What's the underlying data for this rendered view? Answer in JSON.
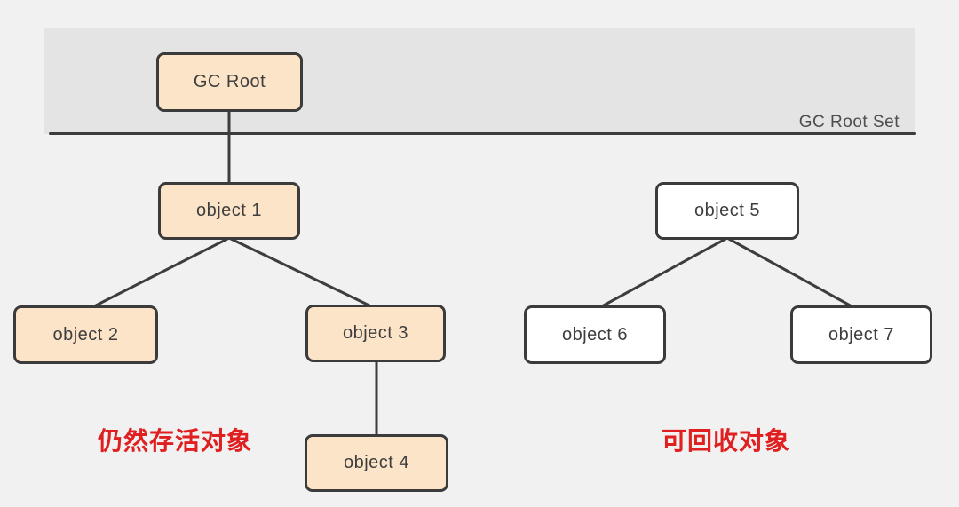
{
  "diagram": {
    "title_context": "GC roots reachability diagram",
    "band_label": "GC Root Set",
    "nodes": {
      "gc_root": {
        "label": "GC Root",
        "group": "root"
      },
      "object1": {
        "label": "object 1",
        "group": "live"
      },
      "object2": {
        "label": "object 2",
        "group": "live"
      },
      "object3": {
        "label": "object 3",
        "group": "live"
      },
      "object4": {
        "label": "object 4",
        "group": "live"
      },
      "object5": {
        "label": "object 5",
        "group": "garbage"
      },
      "object6": {
        "label": "object 6",
        "group": "garbage"
      },
      "object7": {
        "label": "object 7",
        "group": "garbage"
      }
    },
    "edges": [
      "gc_root->object1",
      "object1->object2",
      "object1->object3",
      "object3->object4",
      "object5->object6",
      "object5->object7"
    ],
    "annotations": {
      "live": "仍然存活对象",
      "garbage": "可回收对象"
    },
    "colors": {
      "page_bg": "#f1f1f1",
      "band_bg": "#e4e4e4",
      "edge_line": "#3d3d3d",
      "node_border": "#3b3b3b",
      "live_fill": "#fce4c8",
      "garbage_fill": "#ffffff",
      "annotation_red": "#e02020"
    }
  }
}
